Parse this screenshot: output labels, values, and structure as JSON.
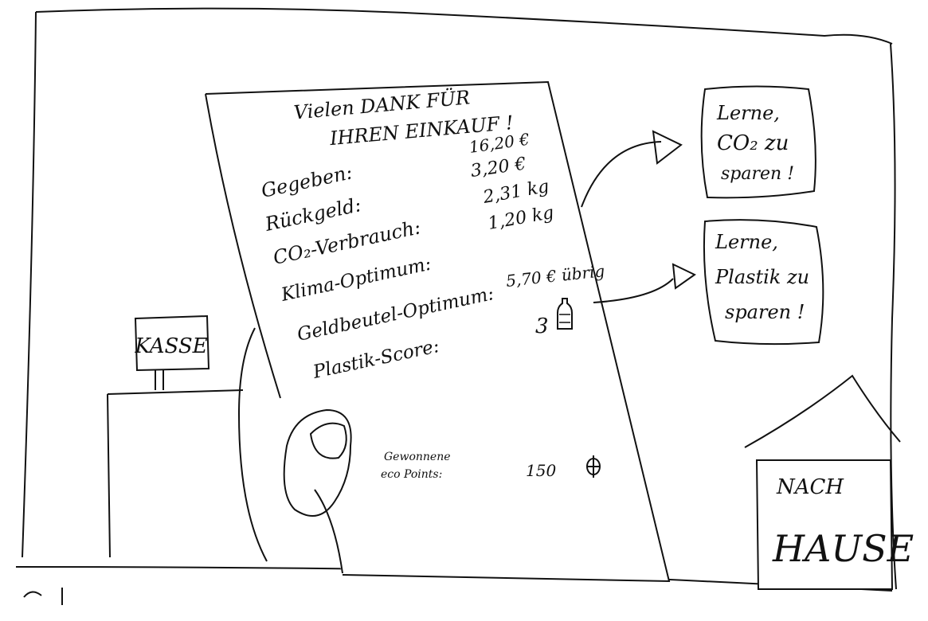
{
  "colors": {
    "ink": "#111111",
    "paper": "#ffffff"
  },
  "receipt": {
    "title_line1": "Vielen DANK FÜR",
    "title_line2": "IHREN EINKAUF !",
    "rows": [
      {
        "label": "Gegeben:",
        "value": "16,20 €"
      },
      {
        "label": "Rückgeld:",
        "value": "3,20 €"
      },
      {
        "label": "CO₂-Verbrauch:",
        "value": "2,31 kg"
      },
      {
        "label": "Klima-Optimum:",
        "value": "1,20 kg"
      },
      {
        "label": "Geldbeutel-Optimum:",
        "value": "5,70 € übrig"
      },
      {
        "label": "Plastik-Score:",
        "value": "3"
      }
    ],
    "bottle_icon": "bottle-icon",
    "points_label_line1": "Gewonnene",
    "points_label_line2": "eco Points:",
    "points_value": "150",
    "leaf_icon": "leaf-icon"
  },
  "counter": {
    "sign": "KASSE"
  },
  "learn_co2": {
    "line1": "Lerne,",
    "line2": "CO₂ zu",
    "line3": "sparen !"
  },
  "learn_plastic": {
    "line1": "Lerne,",
    "line2": "Plastik zu",
    "line3": "sparen !"
  },
  "home_button": {
    "line1": "NACH",
    "line2": "HAUSE"
  }
}
